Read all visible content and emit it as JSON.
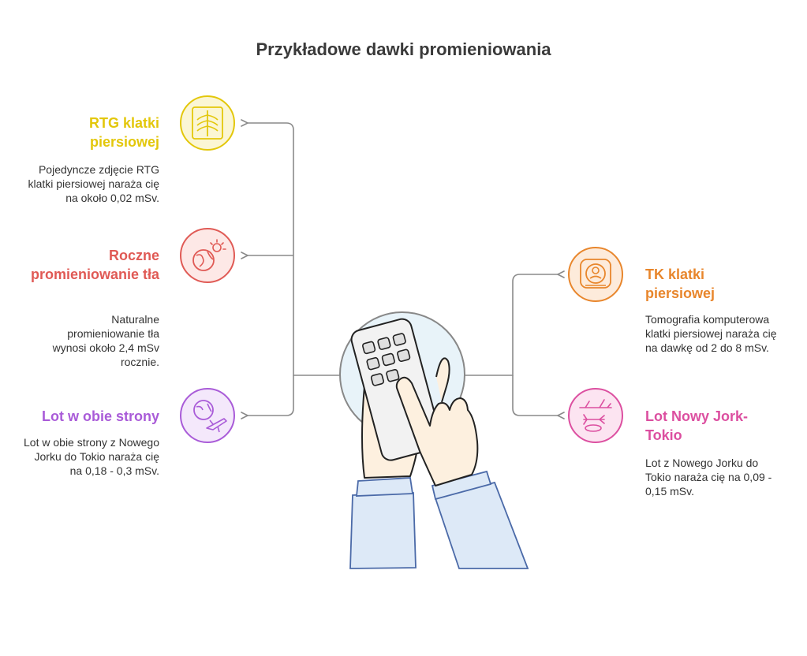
{
  "title": "Przykładowe dawki promieniowania",
  "items": {
    "rtg": {
      "title": "RTG klatki piersiowej",
      "description": "Pojedyncze zdjęcie RTG klatki piersiowej naraża cię na około 0,02 mSv.",
      "color": "#e3c70b",
      "icon": "chest-xray-icon"
    },
    "background": {
      "title": "Roczne promieniowanie tła",
      "description": "Naturalne promieniowanie tła wynosi około 2,4 mSv rocznie.",
      "color": "#e05a55",
      "icon": "globe-sun-icon"
    },
    "roundtrip": {
      "title": "Lot w obie strony",
      "description": "Lot w obie strony z Nowego Jorku do Tokio naraża cię na 0,18 - 0,3 mSv.",
      "color": "#a95bd8",
      "icon": "globe-plane-icon"
    },
    "ct": {
      "title": "TK klatki piersiowej",
      "description": "Tomografia komputerowa klatki piersiowej naraża cię na dawkę od 2 do 8 mSv.",
      "color": "#e8862c",
      "icon": "ct-scanner-icon"
    },
    "flight": {
      "title": "Lot Nowy Jork-Tokio",
      "description": "Lot z Nowego Jorku do Tokio naraża cię na 0,09 - 0,15 mSv.",
      "color": "#dc4fa0",
      "icon": "planes-icon"
    }
  }
}
